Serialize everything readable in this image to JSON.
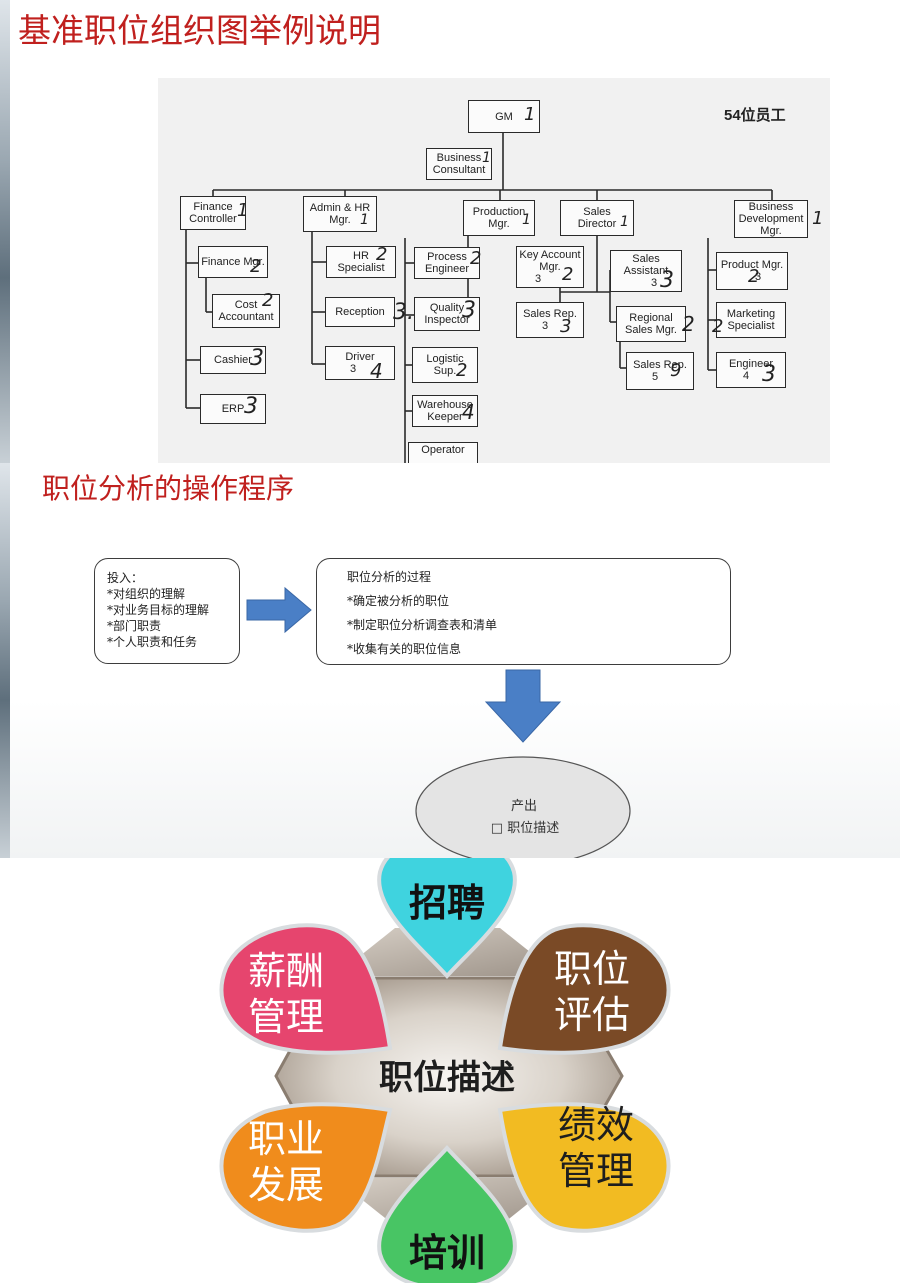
{
  "section1": {
    "title": "基准职位组织图举例说明",
    "employees": "54位员工",
    "boxes": {
      "gm": "GM",
      "bc": "Business Consultant",
      "fc": "Finance Controller",
      "ahr": "Admin & HR Mgr.",
      "prod": "Production Mgr.",
      "sd": "Sales Director",
      "bd": "Business Development Mgr.",
      "fm": "Finance Mgr.",
      "ca": "Cost Accountant",
      "cashier": "Cashier",
      "erp": "ERP",
      "hrs": "HR Specialist",
      "rec": "Reception",
      "drv": "Driver",
      "pe": "Process Engineer",
      "qi": "Quality Inspector",
      "ls": "Logistic Sup.",
      "wk": "Warehouse Keeper",
      "op": "Operator",
      "kam": "Key Account Mgr.",
      "sr1": "Sales Rep.",
      "sa": "Sales Assistant",
      "rsm": "Regional Sales Mgr.",
      "sr2": "Sales Rep.",
      "pm": "Product Mgr.",
      "ms": "Marketing Specialist",
      "eng": "Engineer"
    },
    "counts": {
      "drv": "3",
      "kam": "3",
      "sr1": "3",
      "sa": "3",
      "sr2": "5",
      "pm": "3",
      "eng": "4"
    },
    "hand": {
      "gm": "1",
      "bc": "1",
      "fc": "1",
      "ahr": "1",
      "prod": "1",
      "sd": "1",
      "bd": "1",
      "fm": "2",
      "ca": "2",
      "cashier": "3",
      "erp": "3",
      "hrs": "2",
      "rec": "3.",
      "drv": "4",
      "pe": "2",
      "qi": "3",
      "ls": "2",
      "wk": "4",
      "kam": "2",
      "sr1": "3",
      "sa": "3",
      "rsm": "2",
      "sr2": "9",
      "pm": "2",
      "ms": "2",
      "eng": "3"
    }
  },
  "section2": {
    "title": "职位分析的操作程序",
    "input": [
      "投入：",
      "*对组织的理解",
      "*对业务目标的理解",
      "*部门职责",
      "*个人职责和任务"
    ],
    "process": [
      "职位分析的过程",
      "*确定被分析的职位",
      "*制定职位分析调查表和清单",
      "*收集有关的职位信息"
    ],
    "output_title": "产出",
    "output_item": "□ 职位描述"
  },
  "section3": {
    "center": "职位描述",
    "petals": [
      {
        "text": "招聘",
        "color": "#3fd3df"
      },
      {
        "text": "职位评估",
        "color": "#7a4a26"
      },
      {
        "text": "绩效管理",
        "color": "#f2bb22"
      },
      {
        "text": "培训",
        "color": "#48c564"
      },
      {
        "text": "职业发展",
        "color": "#f08c1c"
      },
      {
        "text": "薪酬管理",
        "color": "#e6456e"
      }
    ]
  }
}
